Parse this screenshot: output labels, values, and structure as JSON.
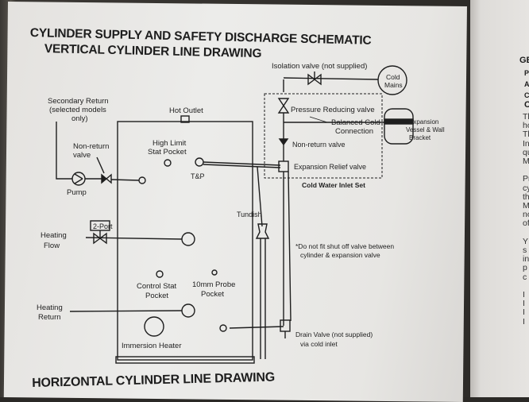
{
  "titles": {
    "main_line1": "CYLINDER SUPPLY AND SAFETY DISCHARGE SCHEMATIC",
    "main_line2": "VERTICAL CYLINDER LINE DRAWING",
    "bottom": "HORIZONTAL CYLINDER LINE DRAWING"
  },
  "labels": {
    "isolation_valve": "Isolation valve (not supplied)",
    "cold_mains_1": "Cold",
    "cold_mains_2": "Mains",
    "pressure_reducing": "Pressure Reducing valve",
    "balanced_cold_1": "Balanced Cold",
    "balanced_cold_2": "Connection",
    "non_return_right": "Non-return valve",
    "expansion_relief": "Expansion Relief valve",
    "cold_water_inlet_set": "Cold Water Inlet Set",
    "expansion_vessel_1": "Expansion",
    "expansion_vessel_2": "Vessel & Wall",
    "expansion_vessel_3": "Bracket",
    "secondary_return_1": "Secondary Return",
    "secondary_return_2": "(selected models",
    "secondary_return_3": "only)",
    "hot_outlet": "Hot Outlet",
    "high_limit_1": "High Limit",
    "high_limit_2": "Stat Pocket",
    "non_return_left_1": "Non-return",
    "non_return_left_2": "valve",
    "tp": "T&P",
    "pump": "Pump",
    "tundish": "Tundish",
    "two_port": "2-Port",
    "heating_flow_1": "Heating",
    "heating_flow_2": "Flow",
    "note_1": "*Do not fit shut off valve between",
    "note_2": "cylinder & expansion valve",
    "control_stat_1": "Control Stat",
    "control_stat_2": "Pocket",
    "probe_1": "10mm Probe",
    "probe_2": "Pocket",
    "heating_return_1": "Heating",
    "heating_return_2": "Return",
    "immersion": "Immersion Heater",
    "drain_1": "Drain Valve (not supplied)",
    "drain_2": "via cold inlet"
  },
  "right_page": {
    "heading_lines": [
      "GE",
      "PL",
      "AS",
      "CY",
      "CO"
    ],
    "body_lines": [
      "Th",
      "ho",
      "Th",
      "In",
      "qu",
      "M",
      "",
      "Pr",
      "cy",
      "th",
      "M",
      "no",
      "of",
      "",
      "Y",
      "s",
      "in",
      "p",
      "c",
      "",
      "I",
      "I",
      "I",
      "I"
    ]
  }
}
